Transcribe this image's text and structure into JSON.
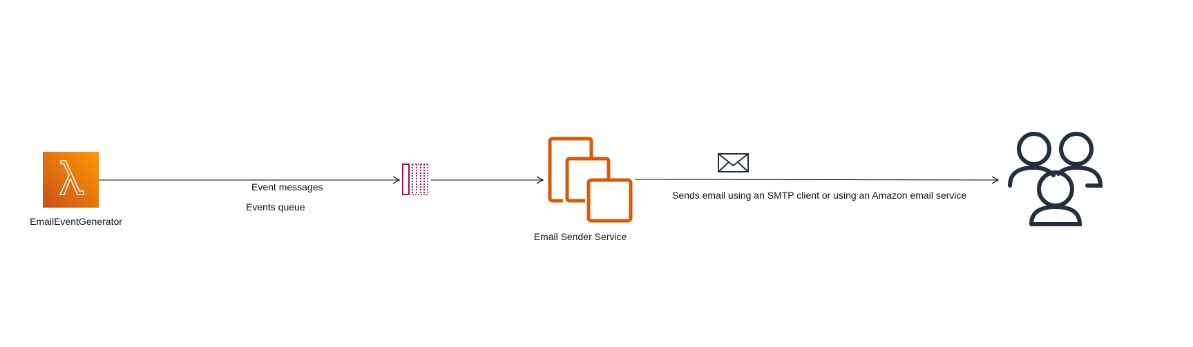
{
  "nodes": {
    "lambda": {
      "label": "EmailEventGenerator",
      "icon": "lambda-icon"
    },
    "queue": {
      "label": "Events queue",
      "icon": "sqs-queue-icon"
    },
    "service": {
      "label": "Email Sender Service",
      "icon": "ec2-instances-icon"
    },
    "users": {
      "icon": "users-icon"
    }
  },
  "edges": {
    "lambda_to_queue": {
      "label": "Event messages"
    },
    "service_to_users": {
      "label": "Sends email using an SMTP client or using an Amazon email service",
      "icon": "envelope-icon"
    }
  },
  "colors": {
    "lambda_gradient_start": "#c8511b",
    "lambda_gradient_end": "#ff9900",
    "queue": "#b0084d",
    "service": "#d45b07",
    "users": "#232f3e",
    "connector": "#000000"
  }
}
